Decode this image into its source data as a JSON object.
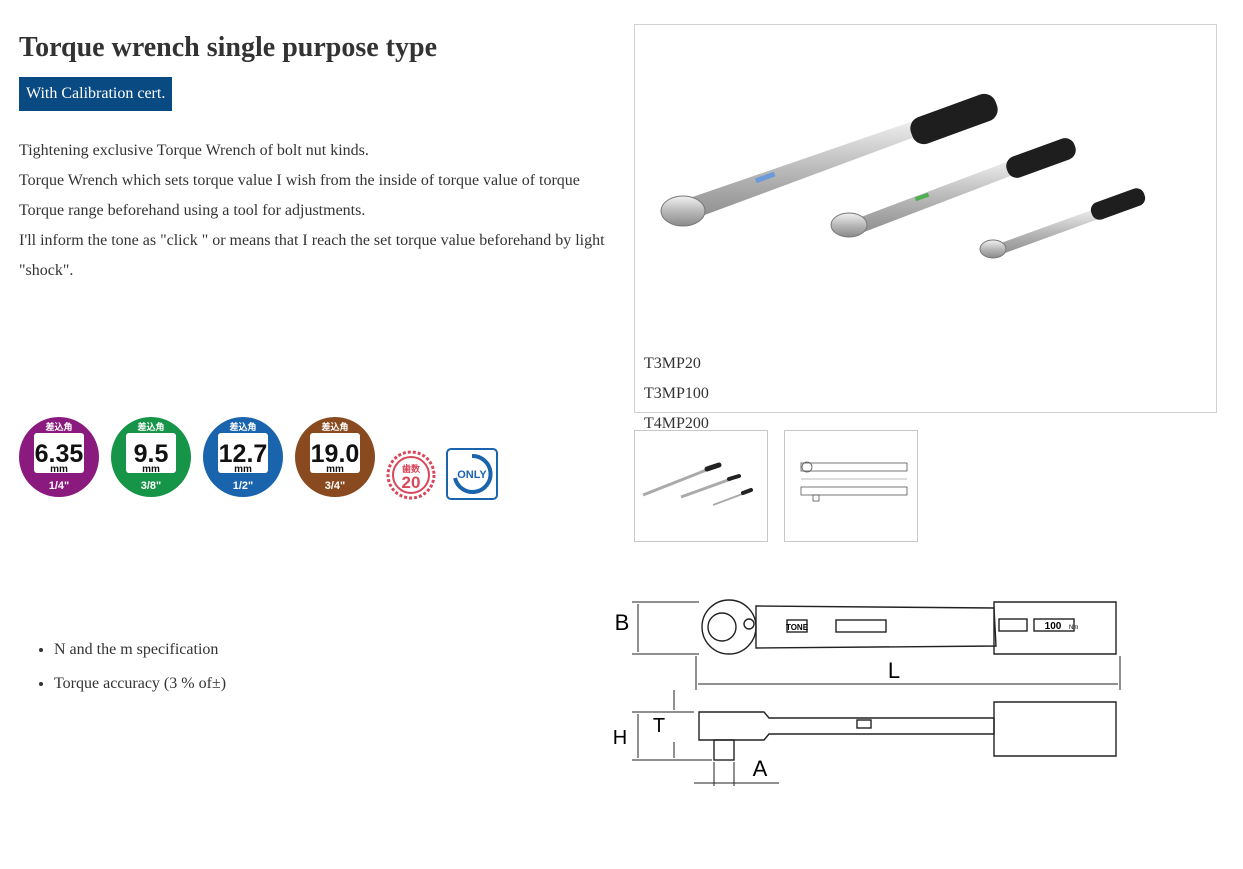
{
  "page": {
    "title": "Torque wrench single purpose type",
    "badge": "With Calibration cert."
  },
  "description": [
    "Tightening exclusive Torque Wrench of bolt nut kinds.",
    "Torque Wrench which sets torque value I wish from the inside of torque value of torque Torque range beforehand using a tool for adjustments.",
    "I'll inform the tone as \"click \" or means that I reach the set torque value beforehand by light \"shock\"."
  ],
  "product_image": {
    "models": [
      "T3MP20",
      "T3MP100",
      "T4MP200"
    ]
  },
  "drive_icons": [
    {
      "header": "差込角",
      "size": "6.35",
      "unit": "mm",
      "inch": "1/4\"",
      "color": "#8a1a7e"
    },
    {
      "header": "差込角",
      "size": "9.5",
      "unit": "mm",
      "inch": "3/8\"",
      "color": "#169447"
    },
    {
      "header": "差込角",
      "size": "12.7",
      "unit": "mm",
      "inch": "1/2\"",
      "color": "#1a63ad"
    },
    {
      "header": "差込角",
      "size": "19.0",
      "unit": "mm",
      "inch": "3/4\"",
      "color": "#8a4a1f"
    }
  ],
  "extra_icons": {
    "gear_label_top": "歯数",
    "gear_label_num": "20",
    "gear_color": "#d9475a",
    "only_label": "ONLY",
    "only_color": "#1a63ad"
  },
  "features": [
    "N and the m specification",
    "Torque accuracy (3 % of±)"
  ],
  "diagram": {
    "label_B": "B",
    "label_L": "L",
    "label_H": "H",
    "label_T": "T",
    "label_A": "A",
    "brand": "TONE",
    "readout": "100",
    "unit": "Nm"
  }
}
